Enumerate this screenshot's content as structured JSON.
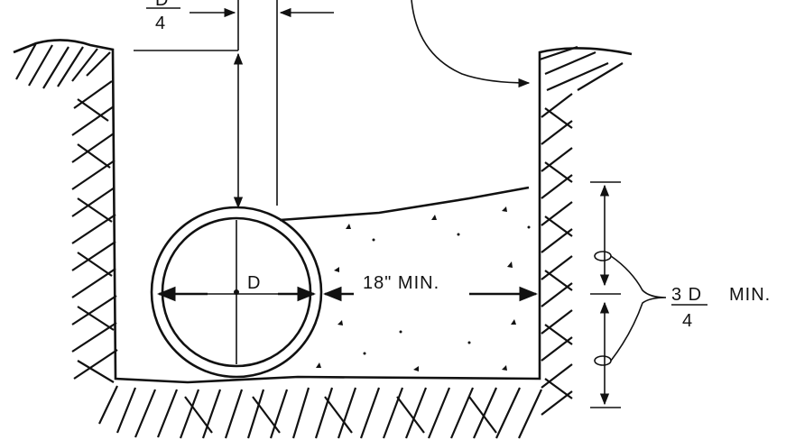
{
  "labels": {
    "top_frac_num": "D",
    "top_frac_den": "4",
    "diameter": "D",
    "side_clearance": "18\"  MIN.",
    "right_frac_num": "3 D",
    "right_frac_min": "MIN.",
    "right_frac_den": "4"
  }
}
